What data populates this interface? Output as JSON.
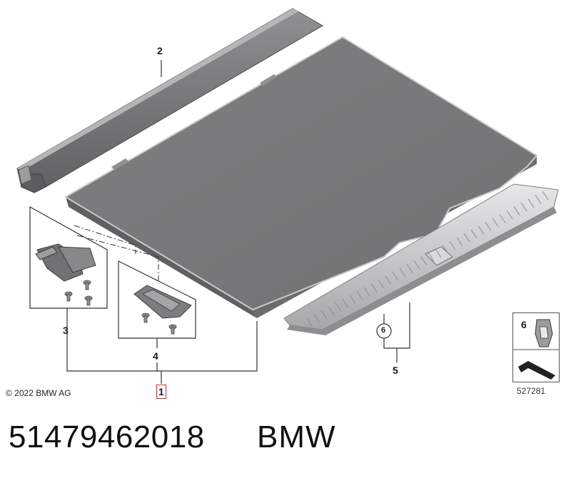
{
  "callouts": {
    "c1": "1",
    "c2": "2",
    "c3": "3",
    "c4": "4",
    "c5": "5",
    "c6_circle": "6",
    "c6_legend": "6"
  },
  "footer": {
    "copyright": "© 2022 BMW AG",
    "diagram_id": "527281"
  },
  "caption": {
    "part_number": "51479462018",
    "brand": "BMW"
  },
  "colors": {
    "panel": "#7a7c7d",
    "panel_edge": "#c9cbcc",
    "trim": "#a9abac",
    "highlight": "#e0262b"
  }
}
